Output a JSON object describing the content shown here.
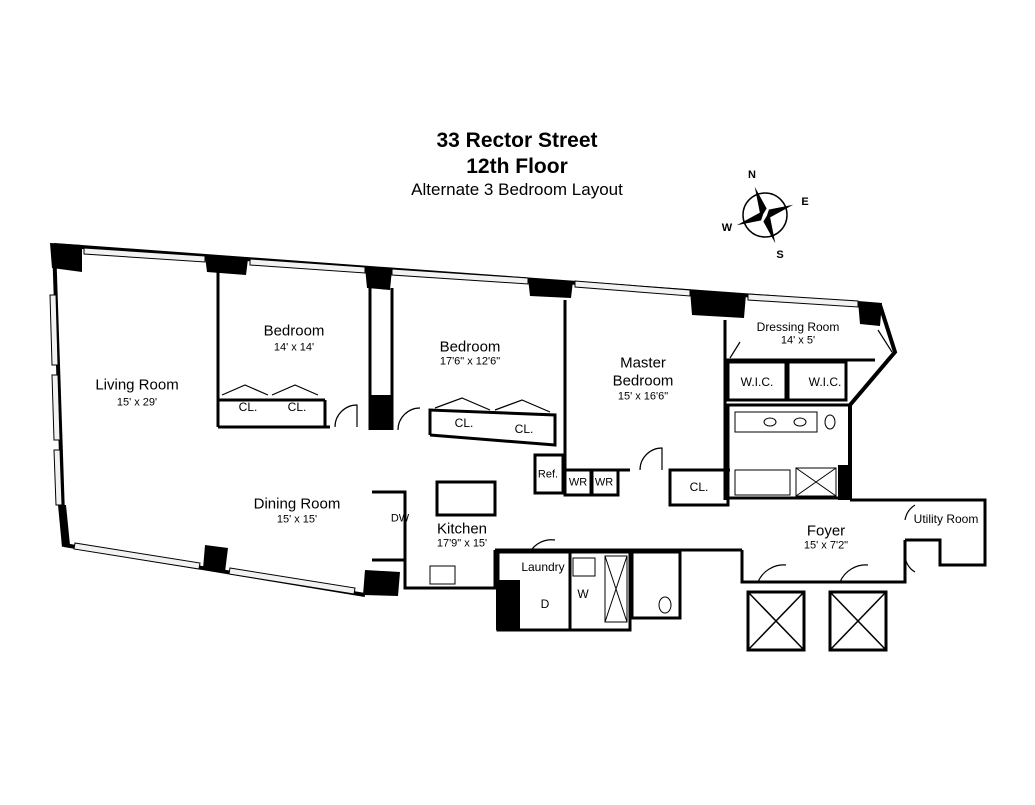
{
  "title": {
    "line1": "33 Rector Street",
    "line2": "12th Floor",
    "line3": "Alternate 3 Bedroom Layout"
  },
  "compass": {
    "n": "N",
    "e": "E",
    "s": "S",
    "w": "W"
  },
  "rooms": {
    "living": {
      "name": "Living Room",
      "dim": "15' x 29'"
    },
    "bedroom1": {
      "name": "Bedroom",
      "dim": "14' x 14'"
    },
    "bedroom2": {
      "name": "Bedroom",
      "dim": "17'6\" x 12'6\""
    },
    "master": {
      "name1": "Master",
      "name2": "Bedroom",
      "dim": "15' x 16'6\""
    },
    "dressing": {
      "name": "Dressing Room",
      "dim": "14' x 5'"
    },
    "dining": {
      "name": "Dining Room",
      "dim": "15' x 15'"
    },
    "kitchen": {
      "name": "Kitchen",
      "dim": "17'9\" x 15'"
    },
    "foyer": {
      "name": "Foyer",
      "dim": "15' x 7'2\""
    },
    "utility": {
      "name": "Utility Room"
    },
    "laundry": {
      "name": "Laundry"
    }
  },
  "fixtures": {
    "cl": "CL.",
    "wic": "W.I.C.",
    "wr": "WR",
    "ref": "Ref.",
    "dw": "DW",
    "dryer": "D",
    "washer": "W"
  }
}
